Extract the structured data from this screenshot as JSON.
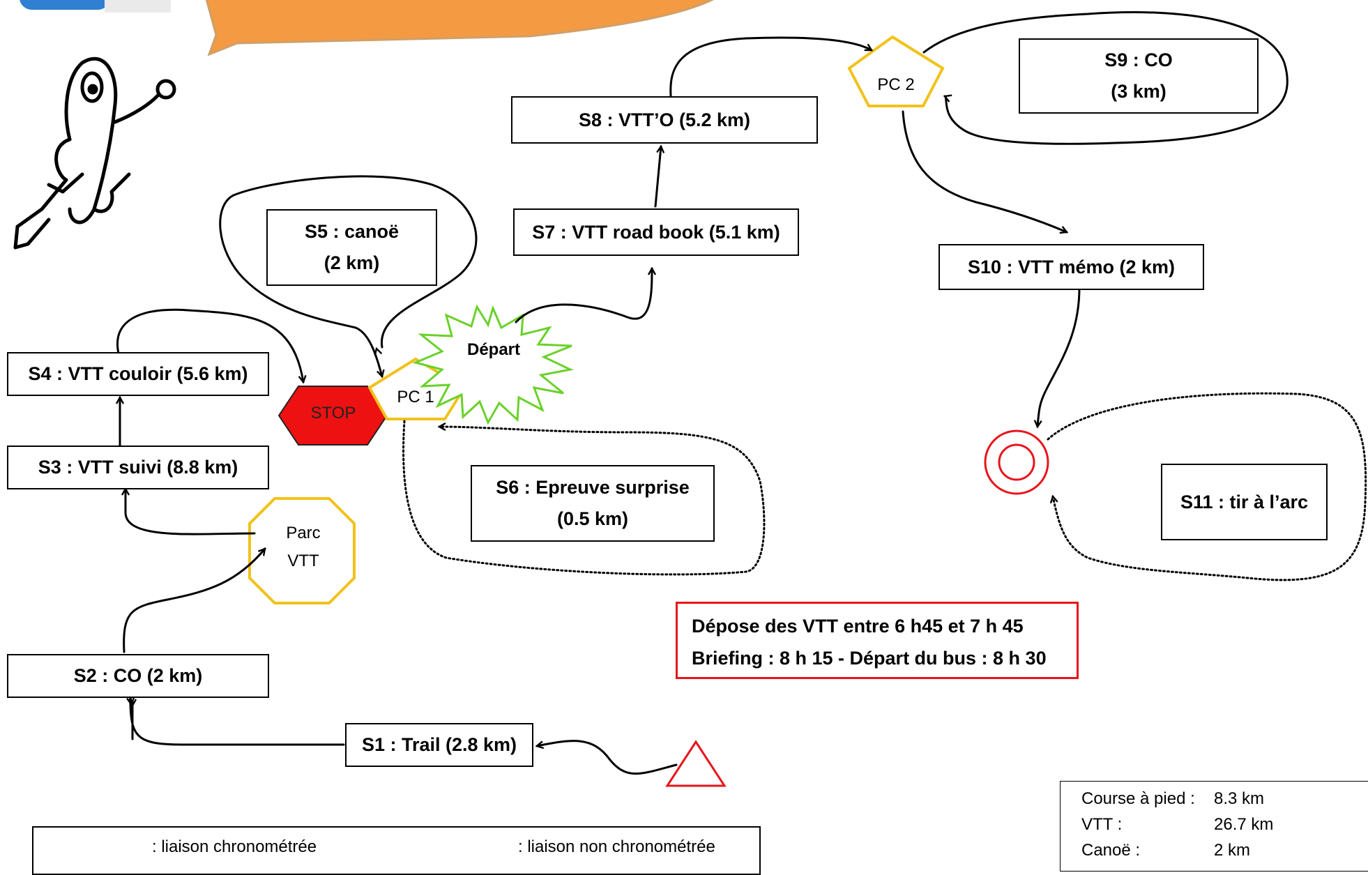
{
  "stages": {
    "s1": "S1 : Trail (2.8 km)",
    "s2": "S2 : CO (2 km)",
    "s3": "S3 : VTT suivi (8.8 km)",
    "s4": "S4 : VTT couloir (5.6 km)",
    "s5_line1": "S5 : canoë",
    "s5_line2": "(2 km)",
    "s6_line1": "S6 : Epreuve surprise",
    "s6_line2": "(0.5 km)",
    "s7": "S7 : VTT road book (5.1 km)",
    "s8": "S8 : VTT’O (5.2 km)",
    "s9_line1": "S9 : CO",
    "s9_line2": "(3 km)",
    "s10": "S10 : VTT mémo  (2 km)",
    "s11": "S11 : tir à l’arc"
  },
  "markers": {
    "parc_line1": "Parc",
    "parc_line2": "VTT",
    "stop": "STOP",
    "pc1": "PC 1",
    "pc2": "PC 2",
    "depart": "Départ"
  },
  "info": {
    "line1": "Dépose des VTT entre 6 h45 et 7 h 45",
    "line2": "Briefing : 8 h 15 - Départ du bus : 8 h 30"
  },
  "legend": {
    "timed": ": liaison chronométrée",
    "untimed": ": liaison non chronométrée"
  },
  "summary": [
    {
      "label": "Course à pied :",
      "value": "8.3 km"
    },
    {
      "label": "VTT :",
      "value": "26.7 km"
    },
    {
      "label": "Canoë :",
      "value": "2 km"
    }
  ],
  "icons": [
    "runner-mascot-icon",
    "start-triangle-icon",
    "target-icon",
    "stop-sign-icon",
    "speech-banner-icon",
    "logo-corner-icon"
  ],
  "colors": {
    "alert": "#e8141b",
    "checkpoint": "#f2c21a",
    "depart_burst": "#6ad12a",
    "banner": "#f39a43",
    "stop": "#ee1111"
  }
}
